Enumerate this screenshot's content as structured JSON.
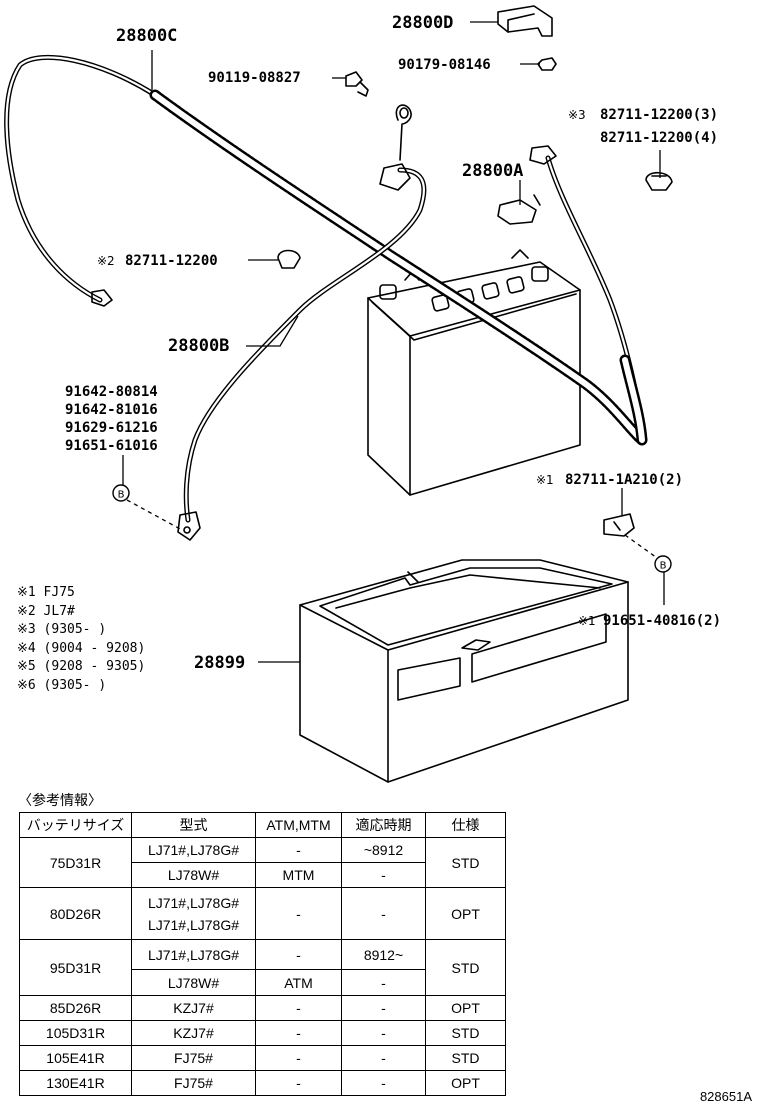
{
  "parts": {
    "p28800C": "28800C",
    "p28800D": "28800D",
    "p9011908827": "90119-08827",
    "p9017908146": "90179-08146",
    "p82711_3_mark": "※3",
    "p82711_3": "82711-12200(3)",
    "p82711_4": "82711-12200(4)",
    "p28800A": "28800A",
    "p82711_2_mark": "※2",
    "p82711_2": "82711-12200",
    "p28800B": "28800B",
    "p91642_80814": "91642-80814",
    "p91642_81016": "91642-81016",
    "p91629_61216": "91629-61216",
    "p91651_61016": "91651-61016",
    "p82711_1_mark": "※1",
    "p82711_1A210": "82711-1A210(2)",
    "p91651_1_mark": "※1",
    "p91651_40816": "91651-40816(2)",
    "p28899": "28899",
    "circle_b": "B"
  },
  "notes": [
    "※1 FJ75",
    "※2 JL7#",
    "※3 (9305-    )",
    "※4 (9004 - 9208)",
    "※5 (9208 - 9305)",
    "※6 (9305-    )"
  ],
  "reference": {
    "title": "〈参考情報〉",
    "headers": [
      "バッテリサイズ",
      "型式",
      "ATM,MTM",
      "適応時期",
      "仕様"
    ],
    "rows": [
      {
        "size": "75D31R",
        "type": "LJ71#,LJ78G#",
        "atm": "-",
        "period": "~8912",
        "spec": "STD"
      },
      {
        "type": "LJ78W#",
        "atm": "MTM",
        "period": "-"
      },
      {
        "size": "80D26R",
        "type": "LJ71#,LJ78G#",
        "type2": "LJ71#,LJ78G#",
        "atm": "-",
        "period": "-",
        "spec": "OPT"
      },
      {
        "size": "95D31R",
        "type": "LJ71#,LJ78G#",
        "atm": "-",
        "period": "8912~",
        "spec": "STD"
      },
      {
        "type": "LJ78W#",
        "atm": "ATM",
        "period": "-"
      },
      {
        "size": "85D26R",
        "type": "KZJ7#",
        "atm": "-",
        "period": "-",
        "spec": "OPT"
      },
      {
        "size": "105D31R",
        "type": "KZJ7#",
        "atm": "-",
        "period": "-",
        "spec": "STD"
      },
      {
        "size": "105E41R",
        "type": "FJ75#",
        "atm": "-",
        "period": "-",
        "spec": "STD"
      },
      {
        "size": "130E41R",
        "type": "FJ75#",
        "atm": "-",
        "period": "-",
        "spec": "OPT"
      }
    ]
  },
  "diagram_code": "828651A"
}
